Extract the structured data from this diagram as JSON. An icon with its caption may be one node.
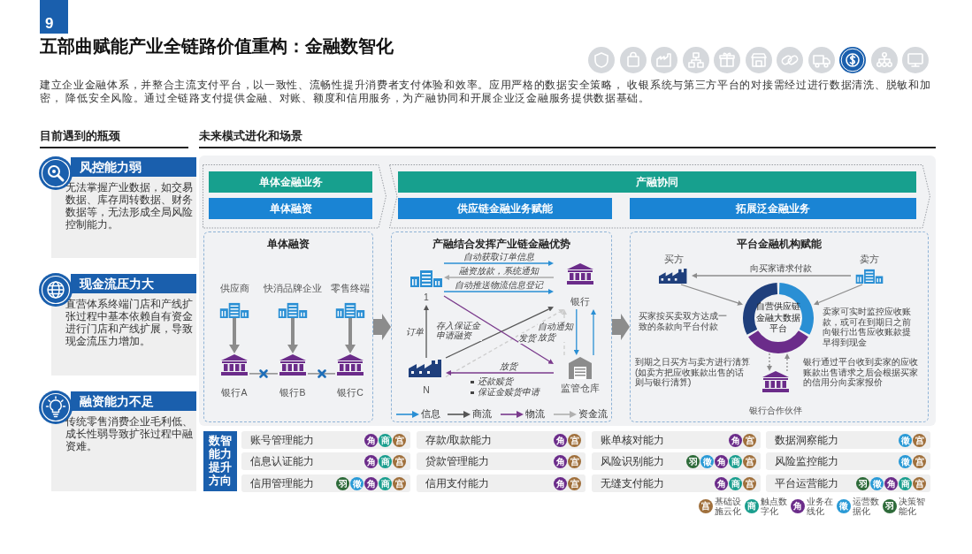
{
  "diagram": {
    "title": "五部曲赋能产业全链路价值重构：金融数智化",
    "nodes": [
      {
        "text": [
          "风控能力弱",
          "无法掌握产业数据，如交易数据、库存周转数据、财务数据等，无法形成全局风险控制能力。"
        ]
      },
      {
        "text": [
          "现金流压力大",
          "直营体系终端门店和产线扩张过程中基本依赖自有资金进行门店和产线扩展，导致现金流压力增加。"
        ]
      },
      {
        "text": [
          "融资能力不足",
          "传统零售消费企业毛利低、成长性弱导致扩张过程中融资难。"
        ]
      },
      {
        "text": [
          "单体金融业务"
        ]
      },
      {
        "text": [
          "产融协同"
        ]
      },
      {
        "text": [
          "单体融资"
        ]
      },
      {
        "text": [
          "供应链金融业务赋能"
        ]
      },
      {
        "text": [
          "拓展泛金融业务"
        ]
      },
      {
        "text": [
          "单体融资"
        ]
      },
      {
        "text": [
          "供应商"
        ],
        "in": 8
      },
      {
        "text": [
          "快消品牌企业"
        ],
        "in": 8
      },
      {
        "text": [
          "零售终端"
        ],
        "in": 8
      },
      {
        "text": [
          "银行A"
        ],
        "in": 8
      },
      {
        "text": [
          "银行B"
        ],
        "in": 8
      },
      {
        "text": [
          "银行C"
        ],
        "in": 8
      },
      {
        "text": [
          "产融结合发挥产业链金融优势"
        ]
      },
      {
        "text": [
          "1"
        ],
        "in": 15
      },
      {
        "text": [
          "银行"
        ],
        "in": 15
      },
      {
        "text": [
          "N"
        ],
        "in": 15
      },
      {
        "text": [
          "监管仓库"
        ],
        "in": 15
      },
      {
        "text": [
          "平台金融机构赋能"
        ]
      },
      {
        "text": [
          "买方"
        ],
        "in": 20
      },
      {
        "text": [
          "卖方"
        ],
        "in": 20
      },
      {
        "text": [
          "自营供应链金融大数据平台"
        ],
        "in": 20
      },
      {
        "text": [
          "银行合作伙伴"
        ],
        "in": 20
      },
      {
        "text": [
          "数智能力提升方向"
        ]
      }
    ],
    "edges": [
      {
        "from": 9,
        "to": 12,
        "arrow": "to",
        "style": "thick"
      },
      {
        "from": 10,
        "to": 13,
        "arrow": "to",
        "style": "thick"
      },
      {
        "from": 11,
        "to": 14,
        "arrow": "to",
        "style": "thick"
      },
      {
        "from": 12,
        "to": 13,
        "arrow": "none"
      },
      {
        "from": 13,
        "to": 14,
        "arrow": "none"
      },
      {
        "from": 8,
        "to": 15,
        "arrow": "to",
        "style": "thick"
      },
      {
        "from": 16,
        "to": 17,
        "arrow": "to",
        "label": "自动获取订单信息",
        "color": "#2a8fd4"
      },
      {
        "from": 17,
        "to": 16,
        "arrow": "to",
        "label": "融资放款，系统通知",
        "color": "#aaaaaa"
      },
      {
        "from": 16,
        "to": 17,
        "arrow": "to",
        "label": "自动推送物流信息登记",
        "color": "#2a8fd4"
      },
      {
        "from": 18,
        "to": 16,
        "arrow": "to",
        "label": "订单",
        "color": "#555555"
      },
      {
        "from": 18,
        "to": 17,
        "arrow": "to",
        "label": "存入保证金申请融资",
        "color": "#555555"
      },
      {
        "from": 18,
        "to": 17,
        "arrow": "to",
        "style": "dashed",
        "color": "#cccccc"
      },
      {
        "from": 16,
        "to": 19,
        "arrow": "to",
        "label": "发货",
        "color": "#7a3a8c"
      },
      {
        "from": 17,
        "to": 19,
        "arrow": "to",
        "label": "自动通知放货",
        "color": "#2a8fd4"
      },
      {
        "from": 19,
        "to": 17,
        "arrow": "to",
        "color": "#2a8fd4"
      },
      {
        "from": 19,
        "to": 17,
        "arrow": "to",
        "style": "dashed",
        "color": "#cccccc"
      },
      {
        "from": 19,
        "to": 18,
        "arrow": "to",
        "label": "放货",
        "color": "#7a3a8c"
      },
      {
        "from": 15,
        "to": 20,
        "arrow": "to",
        "style": "thick"
      },
      {
        "from": 22,
        "to": 21,
        "arrow": "to",
        "label": "向买家请求付款"
      },
      {
        "from": 21,
        "to": 23,
        "arrow": "to",
        "label": "买家按买卖双方达成一致的条款向平台付款"
      },
      {
        "from": 22,
        "to": 23,
        "arrow": "to",
        "label": "卖家可实时监控应收账款，或可在到期日之前向银行出售应收账款提早得到现金"
      },
      {
        "from": 23,
        "to": 24,
        "arrow": "to",
        "style": "dashed",
        "label": "到期之日买方与卖方进行清算(如卖方把应收账款出售的话则与银行清算)"
      },
      {
        "from": 24,
        "to": 23,
        "arrow": "to",
        "style": "dashed",
        "label": "银行通过平台收到卖家的应收账款出售请求之后会根据买家的信用分向卖家报价"
      }
    ],
    "labels": [
      "9",
      "建立企业金融体系，并整合主流支付平台，以一致性、流畅性提升消费者支付体验和效率。应用严格的数据安全策略， 收银系统与第三方平台的对接需经过进行数据清洗、脱敏和加密， 降低安全风险。通过全链路支付提供金融、对账、额度和信用服务，为产融协同和开展企业泛金融服务提供数据基础。",
      "目前遇到的瓶颈",
      "未来模式进化和场景",
      "还款赎货",
      "保证金赎货申请",
      "账号管理能力",
      "角",
      "商",
      "宫",
      "存款/取款能力",
      "角",
      "宫",
      "账单核对能力",
      "角",
      "宫",
      "数据洞察能力",
      "徵",
      "宫",
      "信息认证能力",
      "角",
      "商",
      "宫",
      "贷款管理能力",
      "角",
      "宫",
      "风险识别能力",
      "羽",
      "徵",
      "角",
      "商",
      "宫",
      "风险监控能力",
      "徵",
      "宫",
      "信用管理能力",
      "羽",
      "徵",
      "角",
      "商",
      "宫",
      "信用支付能力",
      "角",
      "宫",
      "无缝支付能力",
      "角",
      "商",
      "宫",
      "平台运营能力",
      "羽",
      "徵",
      "角",
      "商",
      "宫",
      "宫",
      "商",
      "角",
      "徵",
      "羽"
    ],
    "legend": [
      {
        "text": "信息"
      },
      {
        "text": "商流"
      },
      {
        "text": "物流"
      },
      {
        "text": "资金流"
      },
      {
        "text": "基础设施云化",
        "color": "#a0703c"
      },
      {
        "text": "触点数字化",
        "color": "#1a9e8e"
      },
      {
        "text": "业务在线化",
        "color": "#6b2c8a"
      },
      {
        "text": "运营数据化",
        "color": "#2a9ad6"
      },
      {
        "text": "决策智能化",
        "color": "#2e6b3a"
      }
    ]
  }
}
